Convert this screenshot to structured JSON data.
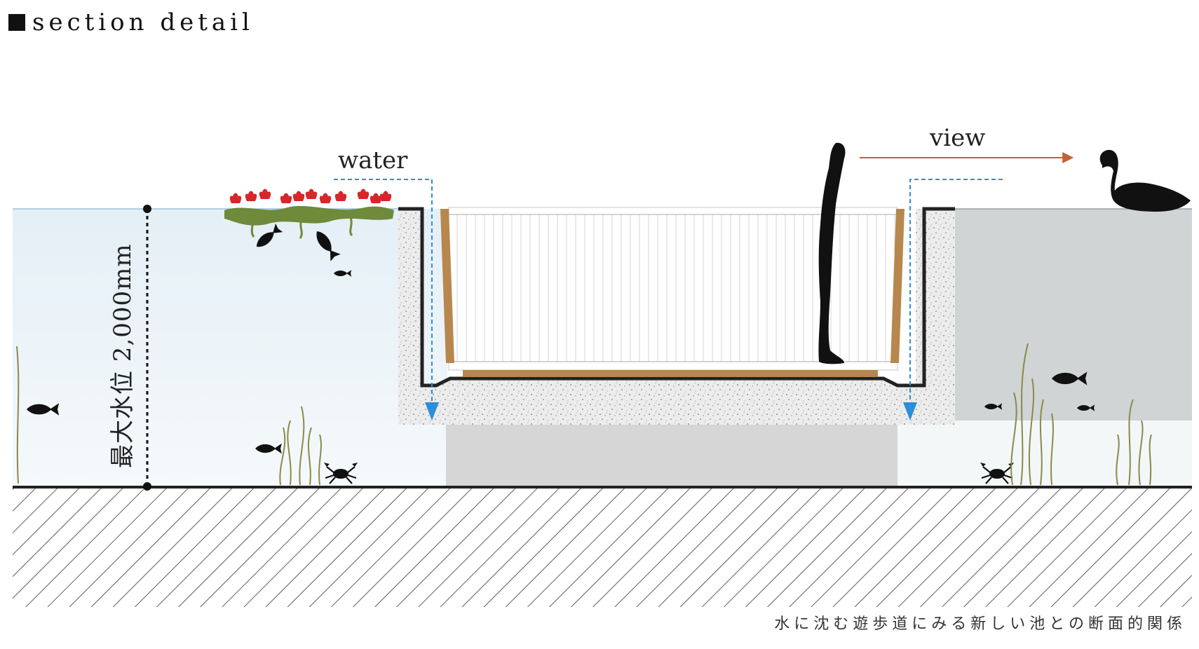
{
  "header": {
    "title": "section detail"
  },
  "labels": {
    "water": "water",
    "view": "view",
    "water_level": "最大水位 2,000mm"
  },
  "caption": "水に沈む遊歩道にみる新しい池との断面的関係",
  "colors": {
    "water_light": "#eaf3f8",
    "pond_right": "#d1d4d5",
    "concrete": "#e6e6e6",
    "foundation": "#d6d6d6",
    "wood": "#b7874e",
    "water_arrow": "#2a8fd6",
    "view_arrow": "#c0633a",
    "flower": "#d8262a",
    "moss": "#6e8a3a"
  },
  "icons": [
    "person-silhouette-icon",
    "swan-icon",
    "fish-icon",
    "crab-icon",
    "flower-icon"
  ]
}
